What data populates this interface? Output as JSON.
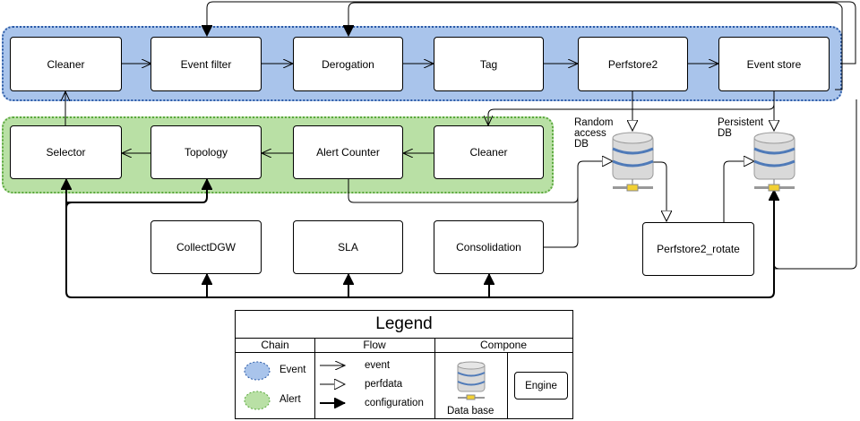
{
  "nodes": {
    "cleaner_event": "Cleaner",
    "event_filter": "Event filter",
    "derogation": "Derogation",
    "tag": "Tag",
    "perfstore2": "Perfstore2",
    "event_store": "Event store",
    "selector": "Selector",
    "topology": "Topology",
    "alert_counter": "Alert Counter",
    "cleaner_alert": "Cleaner",
    "collectdgw": "CollectDGW",
    "sla": "SLA",
    "consolidation": "Consolidation",
    "perfstore2_rotate": "Perfstore2_rotate"
  },
  "databases": {
    "random_access": [
      "Random",
      "access",
      "DB"
    ],
    "persistent": [
      "Persistent",
      "DB"
    ]
  },
  "legend": {
    "title": "Legend",
    "col_chain": "Chain",
    "col_flow": "Flow",
    "col_component": "Compone",
    "chain_event": "Event",
    "chain_alert": "Alert",
    "flow_event": "event",
    "flow_perfdata": "perfdata",
    "flow_configuration": "configuration",
    "component_database": "Data base",
    "component_engine": "Engine"
  },
  "colors": {
    "event_chain_fill": "#a9c4eb",
    "event_chain_border": "#2b5aa6",
    "alert_chain_fill": "#b9e0a5",
    "alert_chain_border": "#5aa83d"
  }
}
